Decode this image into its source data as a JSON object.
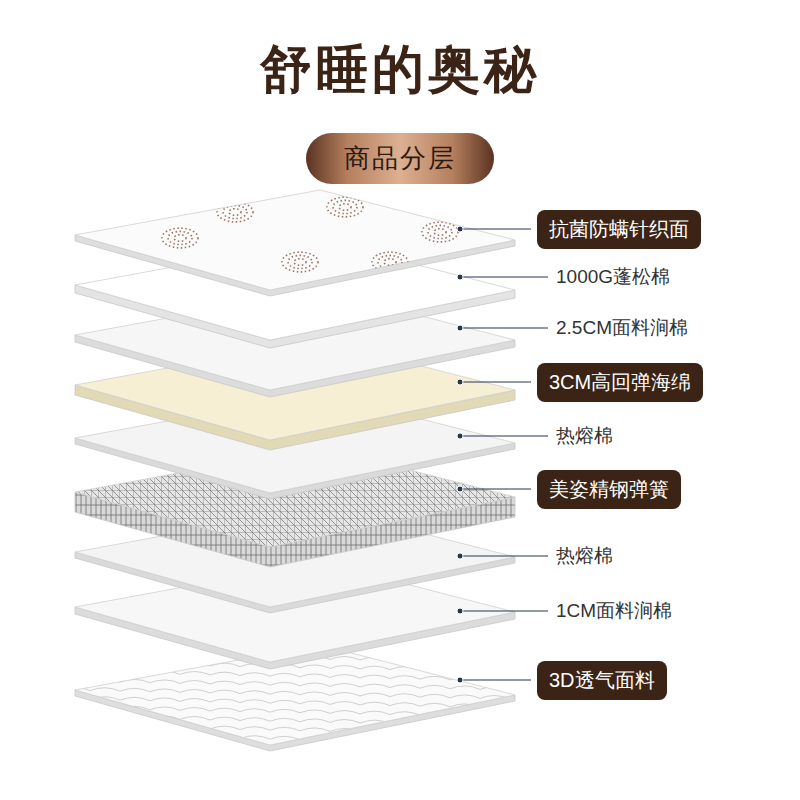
{
  "diagram": {
    "title": "舒睡的奥秘",
    "nodes": [
      {
        "text": [
          "商品分层"
        ]
      },
      {
        "text": [
          "抗菌防螨针织面"
        ]
      },
      {
        "text": [
          "3CM高回弹海绵"
        ]
      },
      {
        "text": [
          "美姿精钢弹簧"
        ]
      },
      {
        "text": [
          "3D透气面料"
        ]
      }
    ],
    "labels": [
      "1000G蓬松棉",
      "2.5CM面料涧棉",
      "热熔棉",
      "热熔棉",
      "1CM面料涧棉"
    ]
  }
}
